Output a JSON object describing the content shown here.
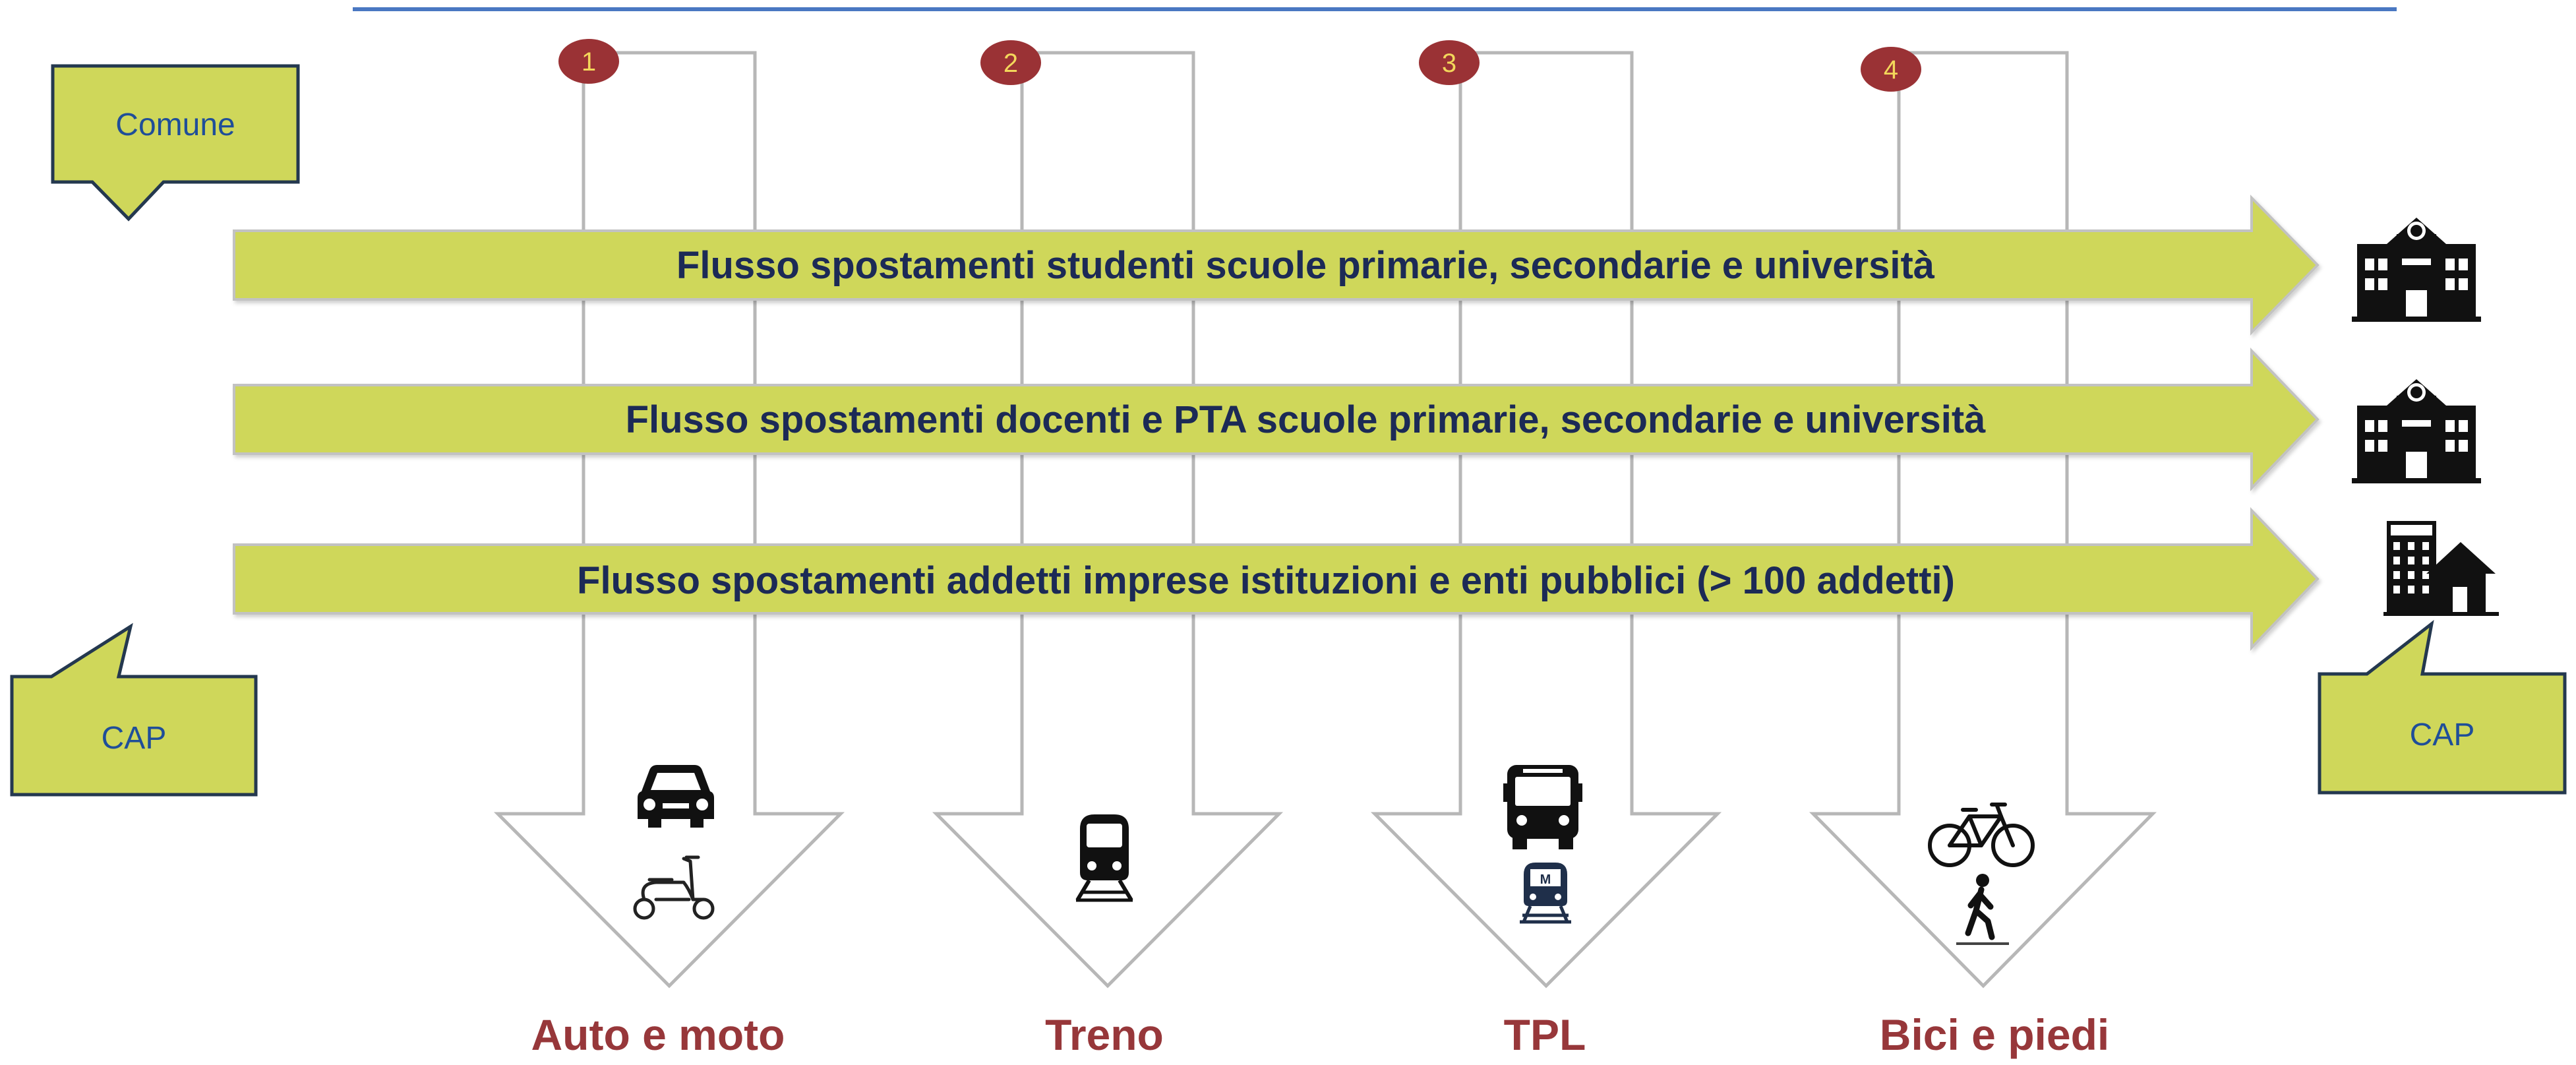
{
  "callouts": {
    "comune": "Comune",
    "cap_left": "CAP",
    "cap_right": "CAP"
  },
  "flows": [
    {
      "label": "Flusso spostamenti studenti scuole primarie, secondarie e università",
      "destination_icon": "school-building-icon"
    },
    {
      "label": "Flusso spostamenti docenti e PTA scuole primarie, secondarie e università",
      "destination_icon": "school-building-icon"
    },
    {
      "label": "Flusso spostamenti addetti imprese istituzioni e enti pubblici (> 100 addetti)",
      "destination_icon": "office-and-house-icon"
    }
  ],
  "modes": [
    {
      "number": "1",
      "label": "Auto e moto",
      "icons": [
        "car-icon",
        "scooter-icon"
      ]
    },
    {
      "number": "2",
      "label": "Treno",
      "icons": [
        "train-icon"
      ]
    },
    {
      "number": "3",
      "label": "TPL",
      "icons": [
        "bus-icon",
        "metro-icon"
      ]
    },
    {
      "number": "4",
      "label": "Bici e piedi",
      "icons": [
        "bicycle-icon",
        "pedestrian-icon"
      ]
    }
  ],
  "colors": {
    "flow_arrow_fill": "#cfd75a",
    "callout_fill": "#cfd75a",
    "callout_border": "#24384f",
    "badge_fill": "#9a3235",
    "badge_text": "#f3d75b",
    "mode_label": "#97373a",
    "flow_text": "#1b2a57",
    "top_rule": "#4a78c2",
    "down_arrow_outline": "#b7b7b7"
  }
}
